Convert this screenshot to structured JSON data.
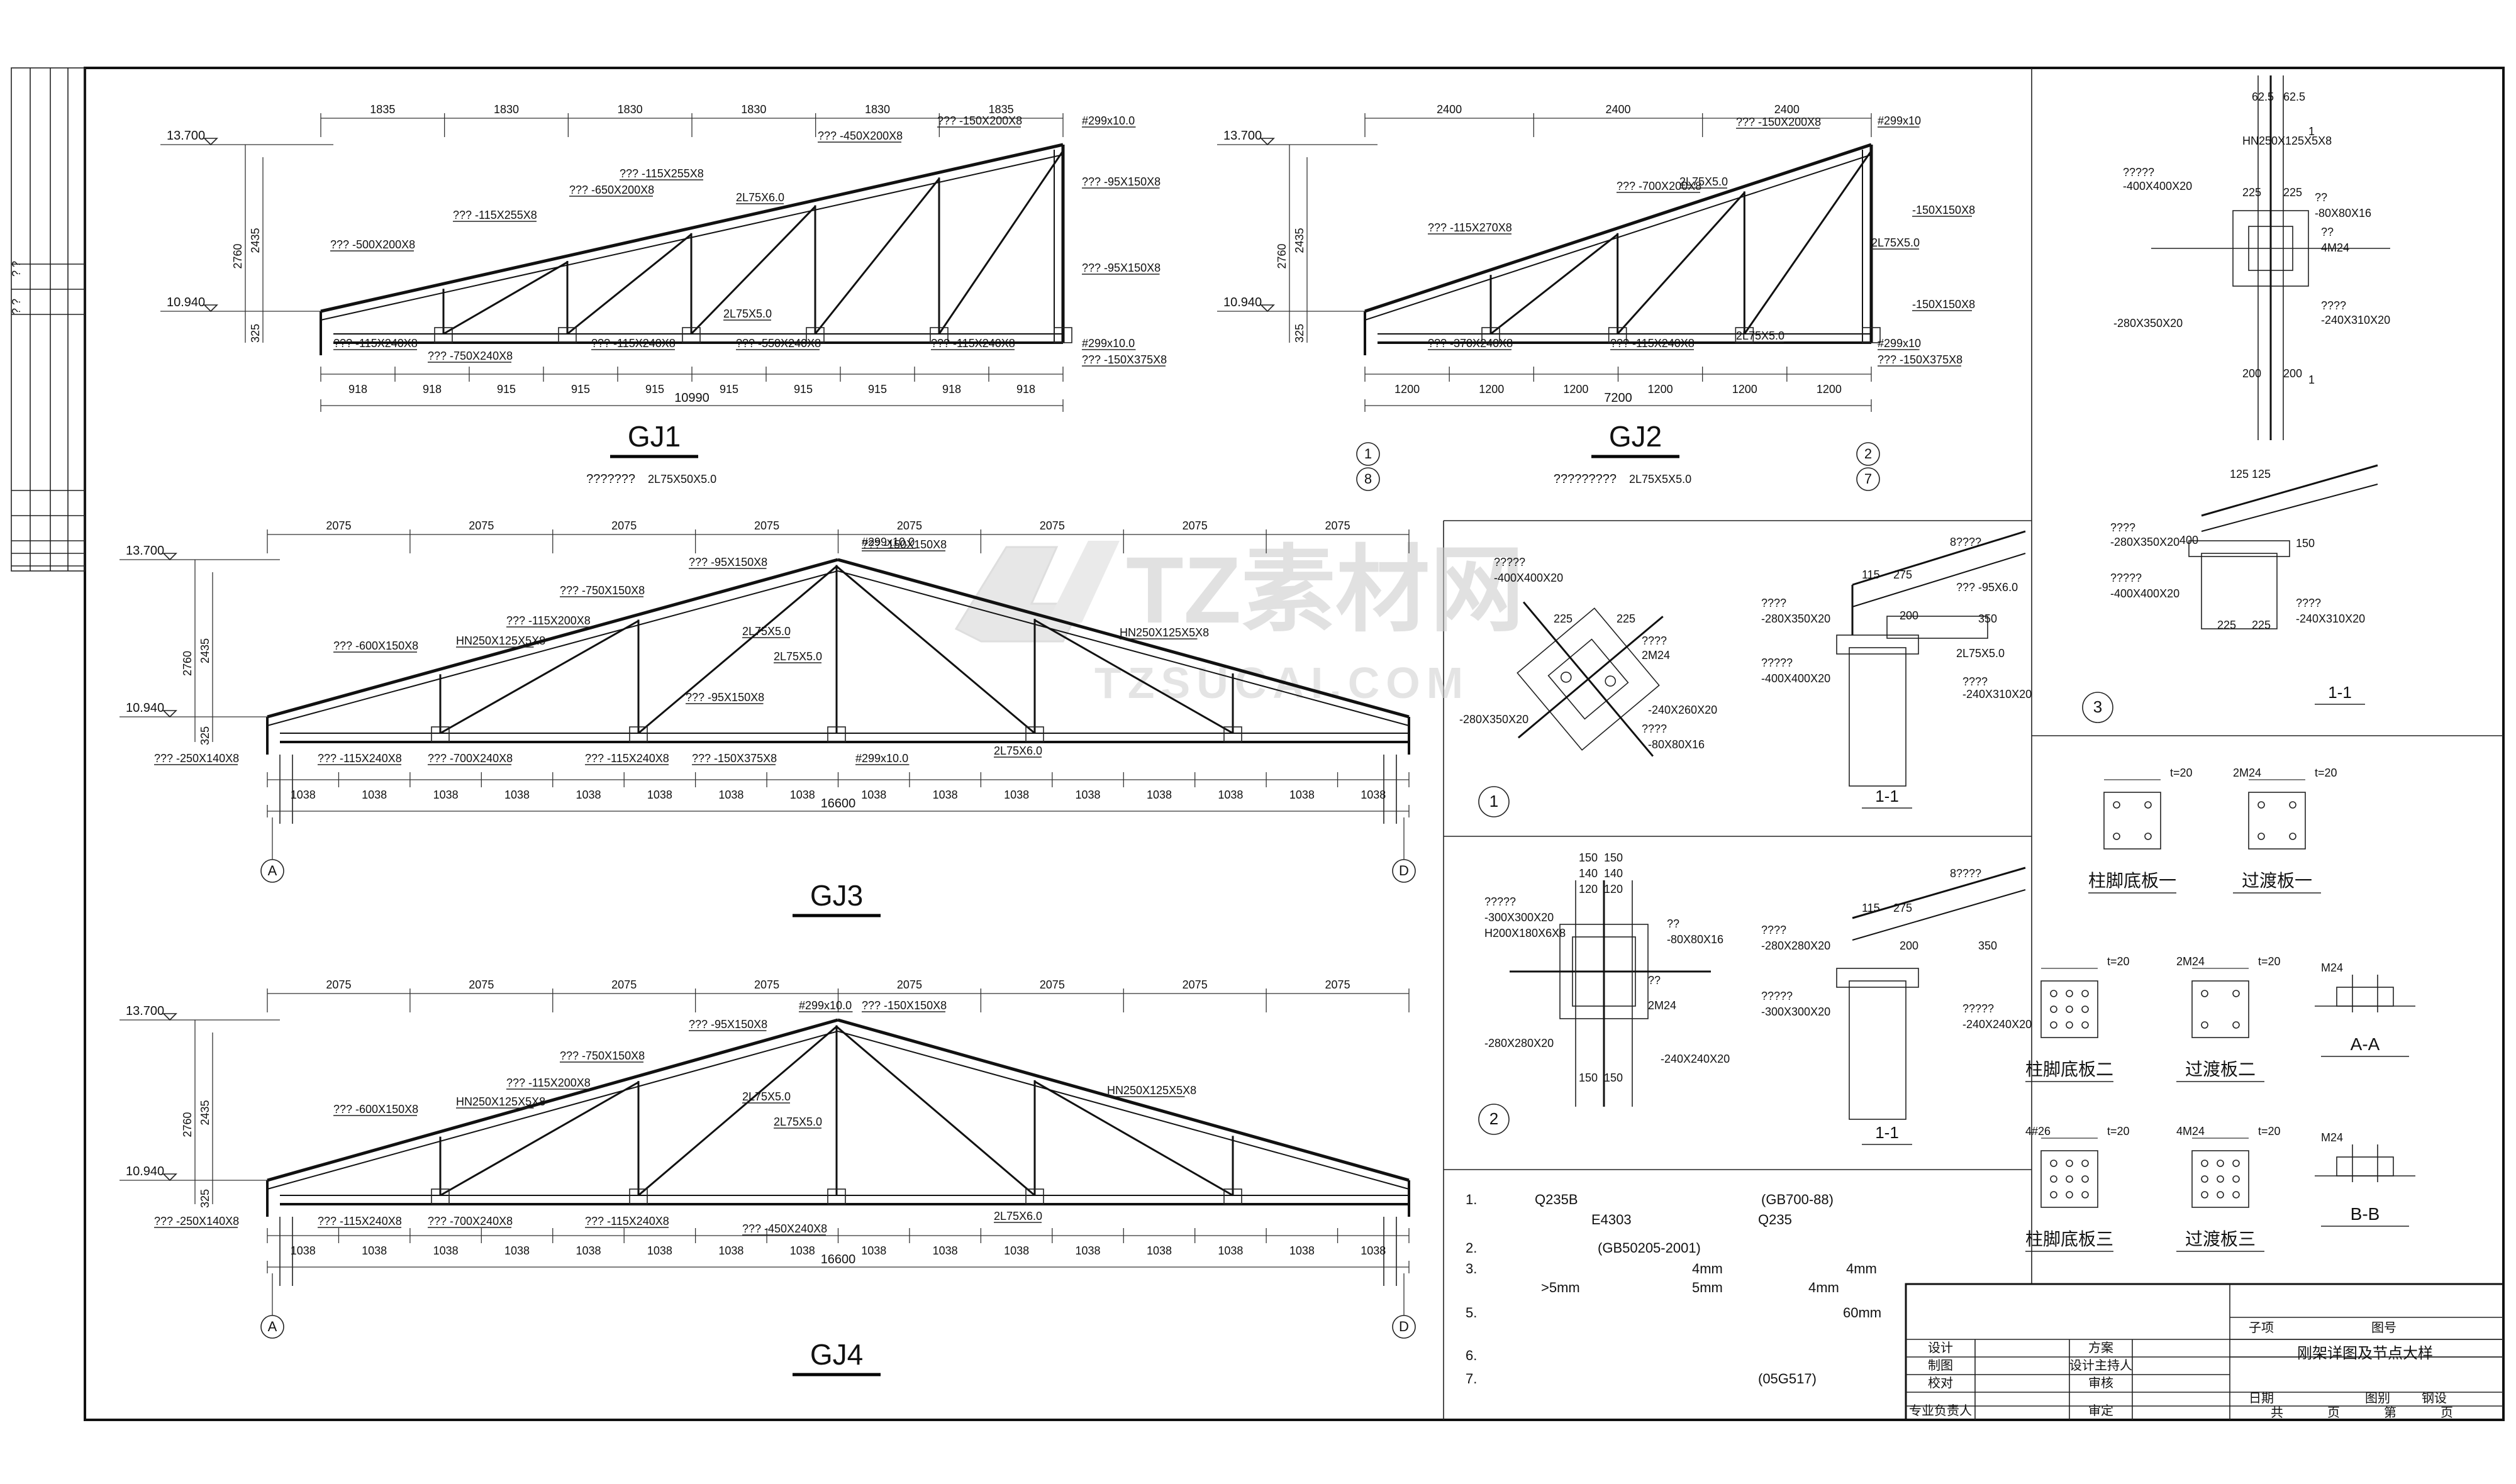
{
  "watermark": {
    "brand": "TZ素材网",
    "sub": "TZSUCAI.COM"
  },
  "left_strip": [
    "? ?",
    "? ?"
  ],
  "trusses": {
    "gj1": {
      "title": "GJ1",
      "elev_top": "13.700",
      "elev_bottom": "10.940",
      "vert_dims": [
        "2760",
        "2435",
        "325"
      ],
      "top_dims": [
        "1835",
        "1830",
        "1830",
        "1830",
        "1830",
        "1835"
      ],
      "bottom_dims": [
        "918",
        "918",
        "915",
        "915",
        "915",
        "915",
        "915",
        "915",
        "918",
        "918"
      ],
      "total": "10990",
      "member_note": "???????",
      "member_spec": "2L75X50X5.0",
      "labels": [
        "??? -500X200X8",
        "??? -115X255X8",
        "??? -650X200X8",
        "??? -115X255X8",
        "2L75X6.0",
        "??? -450X200X8",
        "??? -150X200X8",
        "#299x10.0",
        "??? -95X150X8",
        "??? -95X150X8",
        "??? -115X240X8",
        "??? -750X240X8",
        "??? -115X240X8",
        "??? -550X240X8",
        "??? -115X240X8",
        "2L75X5.0",
        "#299x10.0",
        "??? -150X375X8"
      ]
    },
    "gj2": {
      "title": "GJ2",
      "elev_top": "13.700",
      "elev_bottom": "10.940",
      "vert_dims": [
        "2760",
        "2435",
        "325"
      ],
      "top_dims": [
        "2400",
        "2400",
        "2400"
      ],
      "bottom_dims": [
        "1200",
        "1200",
        "1200",
        "1200",
        "1200",
        "1200"
      ],
      "total": "7200",
      "axis_left": [
        "1",
        "8"
      ],
      "axis_right": [
        "2",
        "7"
      ],
      "member_note": "?????????",
      "member_spec": "2L75X5X5.0",
      "labels": [
        "??? -150X200X8",
        "#299x10",
        "??? -700X200X8",
        "2L75X5.0",
        "??? -115X270X8",
        "-150X150X8",
        "2L75X5.0",
        "-150X150X8",
        "??? -370X240X8",
        "??? -115X240X8",
        "2L75X5.0",
        "#299x10",
        "??? -150X375X8"
      ]
    },
    "gj3": {
      "title": "GJ3",
      "elev_top": "13.700",
      "elev_bottom": "10.940",
      "vert_dims": [
        "2760",
        "2435",
        "325"
      ],
      "top_dims": [
        "2075",
        "2075",
        "2075",
        "2075",
        "2075",
        "2075",
        "2075",
        "2075"
      ],
      "bottom_dims": [
        "1038",
        "1038",
        "1038",
        "1038",
        "1038",
        "1038",
        "1038",
        "1038",
        "1038",
        "1038",
        "1038",
        "1038",
        "1038",
        "1038",
        "1038",
        "1038"
      ],
      "total": "16600",
      "axis_left": "A",
      "axis_right": "D",
      "labels": [
        "#299x10.0",
        "??? -95X150X8",
        "??? -150X150X8",
        "??? -750X150X8",
        "??? -115X200X8",
        "HN250X125X5X8",
        "??? -600X150X8",
        "2L75X5.0",
        "2L75X5.0",
        "??? -95X150X8",
        "??? -250X140X8",
        "??? -115X240X8",
        "??? -700X240X8",
        "??? -115X240X8",
        "??? -150X375X8",
        "#299x10.0",
        "HN250X125X5X8",
        "2L75X6.0"
      ]
    },
    "gj4": {
      "title": "GJ4",
      "elev_top": "13.700",
      "elev_bottom": "10.940",
      "vert_dims": [
        "2760",
        "2435",
        "325"
      ],
      "top_dims": [
        "2075",
        "2075",
        "2075",
        "2075",
        "2075",
        "2075",
        "2075",
        "2075"
      ],
      "bottom_dims": [
        "1038",
        "1038",
        "1038",
        "1038",
        "1038",
        "1038",
        "1038",
        "1038",
        "1038",
        "1038",
        "1038",
        "1038",
        "1038",
        "1038",
        "1038",
        "1038"
      ],
      "total": "16600",
      "axis_left": "A",
      "axis_right": "D",
      "labels": [
        "#299x10.0",
        "??? -95X150X8",
        "??? -150X150X8",
        "??? -750X150X8",
        "??? -115X200X8",
        "HN250X125X5X8",
        "??? -600X150X8",
        "2L75X5.0",
        "2L75X5.0",
        "??? -250X140X8",
        "??? -115X240X8",
        "??? -700X240X8",
        "??? -115X240X8",
        "??? -450X240X8",
        "2L75X6.0",
        "HN250X125X5X8"
      ]
    }
  },
  "details": {
    "d1": {
      "num": "1",
      "labels": [
        "?????",
        "-400X400X20",
        "225",
        "225",
        "????",
        "2M24",
        "-280X350X20",
        "-240X260X20",
        "-80X80X16",
        "????"
      ]
    },
    "d1_section": {
      "title": "1-1",
      "labels": [
        "115",
        "275",
        "8????",
        "??? -95X6.0",
        "????",
        "-280X350X20",
        "200",
        "350",
        "2L75X5.0",
        "?????",
        "-400X400X20",
        "????",
        "-240X310X20"
      ]
    },
    "d2": {
      "num": "2",
      "labels": [
        "150",
        "150",
        "140",
        "140",
        "120",
        "120",
        "?????",
        "-300X300X20",
        "H200X180X6X8",
        "??",
        "-80X80X16",
        "??",
        "2M24",
        "-280X280X20",
        "-240X240X20",
        "150",
        "150"
      ]
    },
    "d2_section": {
      "title": "1-1",
      "labels": [
        "115",
        "275",
        "8????",
        "????",
        "-280X280X20",
        "200",
        "350",
        "?????",
        "-300X300X20",
        "?????",
        "-240X240X20"
      ]
    },
    "d3": {
      "num": "3",
      "labels": [
        "62.5",
        "62.5",
        "HN250X125X5X8",
        "1",
        "?????",
        "-400X400X20",
        "225",
        "225",
        "??",
        "-80X80X16",
        "??",
        "4M24",
        "????",
        "-240X310X20",
        "-280X350X20",
        "200",
        "200",
        "1"
      ]
    },
    "d3_section": {
      "title": "1-1",
      "labels": [
        "125",
        "125",
        "????",
        "-280X350X20",
        "400",
        "?????",
        "-400X400X20",
        "150",
        "????",
        "-240X310X20",
        "225",
        "225"
      ]
    }
  },
  "plates": [
    {
      "caption": "柱脚底板一",
      "t": "t=20"
    },
    {
      "caption": "过渡板一",
      "t": "t=20",
      "tag": "2M24"
    },
    {
      "caption": "柱脚底板二",
      "t": "t=20"
    },
    {
      "caption": "过渡板二",
      "t": "t=20",
      "tag": "2M24"
    },
    {
      "caption": "A-A",
      "t": "",
      "tag": "M24"
    },
    {
      "caption": "柱脚底板三",
      "t": "t=20",
      "tag": "4#26"
    },
    {
      "caption": "过渡板三",
      "t": "t=20",
      "tag": "4M24"
    },
    {
      "caption": "B-B",
      "t": "",
      "tag": "M24"
    }
  ],
  "notes": [
    {
      "n": "1.",
      "parts": [
        "Q235B",
        "(GB700-88)"
      ]
    },
    {
      "n": "",
      "parts": [
        "E4303",
        "Q235"
      ]
    },
    {
      "n": "2.",
      "parts": [
        "(GB50205-2001)"
      ]
    },
    {
      "n": "3.",
      "parts": [
        "4mm",
        "4mm"
      ]
    },
    {
      "n": "",
      "parts": [
        ">5mm",
        "5mm",
        "4mm"
      ]
    },
    {
      "n": "5.",
      "parts": [
        "60mm"
      ]
    },
    {
      "n": "6.",
      "parts": []
    },
    {
      "n": "7.",
      "parts": [
        "(05G517)"
      ]
    }
  ],
  "title_block": {
    "rows": [
      [
        "设计",
        "",
        "方案",
        ""
      ],
      [
        "制图",
        "",
        "设计主持人",
        ""
      ],
      [
        "校对",
        "",
        "审核",
        ""
      ],
      [
        "专业负责人",
        "",
        "审定",
        ""
      ]
    ],
    "project_label": "子项",
    "drawing_no_label": "图号",
    "drawing_title": "刚架详图及节点大样",
    "date_label": "日期",
    "category_label": "图别",
    "category_value": "钢设",
    "sheet_total": "共",
    "sheet_unit": "页",
    "sheet_no": "第",
    "sheet_no_unit": "页"
  }
}
